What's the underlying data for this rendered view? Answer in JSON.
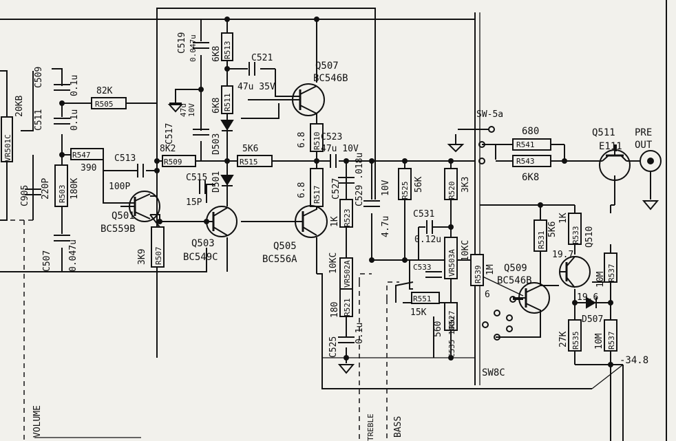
{
  "labels": {
    "C509": "C509",
    "C509v": "0.1u",
    "VR501C": "VR501C",
    "VR501Cv": "20KB",
    "C511": "C511",
    "C511v": "0.1u",
    "R505v": "82K",
    "R505": "R505",
    "C519": "C519",
    "C519v": "0.047u",
    "R513v": "6K8",
    "R513": "R513",
    "C521": "C521",
    "C521v": "47u 35V",
    "Q507": "Q507",
    "Q507t": "BC546B",
    "C517": "C517",
    "C517v": "47u",
    "C517v2": "10V",
    "R511v": "6K8",
    "R511": "R511",
    "D503": "D503",
    "R510v": "6.8",
    "R510": "R510",
    "C523": "C523",
    "C523v": "47u 10V",
    "SW5a": "SW-5a",
    "R541v": "680",
    "R541": "R541",
    "Q511": "Q511",
    "Q511t": "E111",
    "PRE": "PRE",
    "OUT": "OUT",
    "R543": "R543",
    "R543v": "6K8",
    "R547": "R547",
    "R547v": "390",
    "C513": "C513",
    "C513v": "100P",
    "R509v": "8K2",
    "R509": "R509",
    "R515v": "5K6",
    "R515": "R515",
    "D501": "D501",
    "C515": "C515",
    "C515v": "15P",
    "R517v": "6.8",
    "R517": "R517",
    "C527": "C527",
    "C529": "C529 .018u",
    "R525": "R525",
    "R525v": "56K",
    "R520": "R520",
    "R520v": "3K3",
    "C905": "C905",
    "C905v": "220P",
    "R503": "R503",
    "R503v": "180K",
    "Q501": "Q501",
    "Q501t": "BC559B",
    "Q503": "Q503",
    "Q503t": "BC549C",
    "R507": "R507",
    "R507v": "3K9",
    "Q505": "Q505",
    "Q505t": "BC556A",
    "R523": "R523",
    "R523v": "1K",
    "C533v": "4.7u",
    "C533v2": "10V",
    "C531": "C531",
    "C531v": "0.12u",
    "R531": "R531",
    "R531v": "5K6",
    "R533": "R533",
    "R533v": "1K",
    "Q510": "Q510",
    "C507": "C507",
    "C507v": "0.047u",
    "VR502A": "VR502A",
    "VR502Av": "10KC",
    "VR503A": "VR503A",
    "VR503Av": "10KC",
    "R539": "R539",
    "R539v": "1M",
    "Q509": "Q509",
    "Q509t": "BC546B",
    "v197": "19.7",
    "R537": "R537",
    "R537v": "10M",
    "R551": "R551",
    "R551v": "15K",
    "R521": "R521",
    "R521v": "180",
    "C525": "C525",
    "C525v": "0.1u",
    "R527": "R527",
    "R527v": "560",
    "C535": "C535 100u",
    "v196": "19.6",
    "D507": "D507",
    "R535": "R535",
    "R535v": "27K",
    "R537b": "R537",
    "R537bv": "10M",
    "v348": "-34.8",
    "SW8C": "SW8C",
    "VOLUME": "VOLUME",
    "TREBLE": "TREBLE",
    "BASS": "BASS",
    "v6": "6",
    "C533": "C533"
  }
}
